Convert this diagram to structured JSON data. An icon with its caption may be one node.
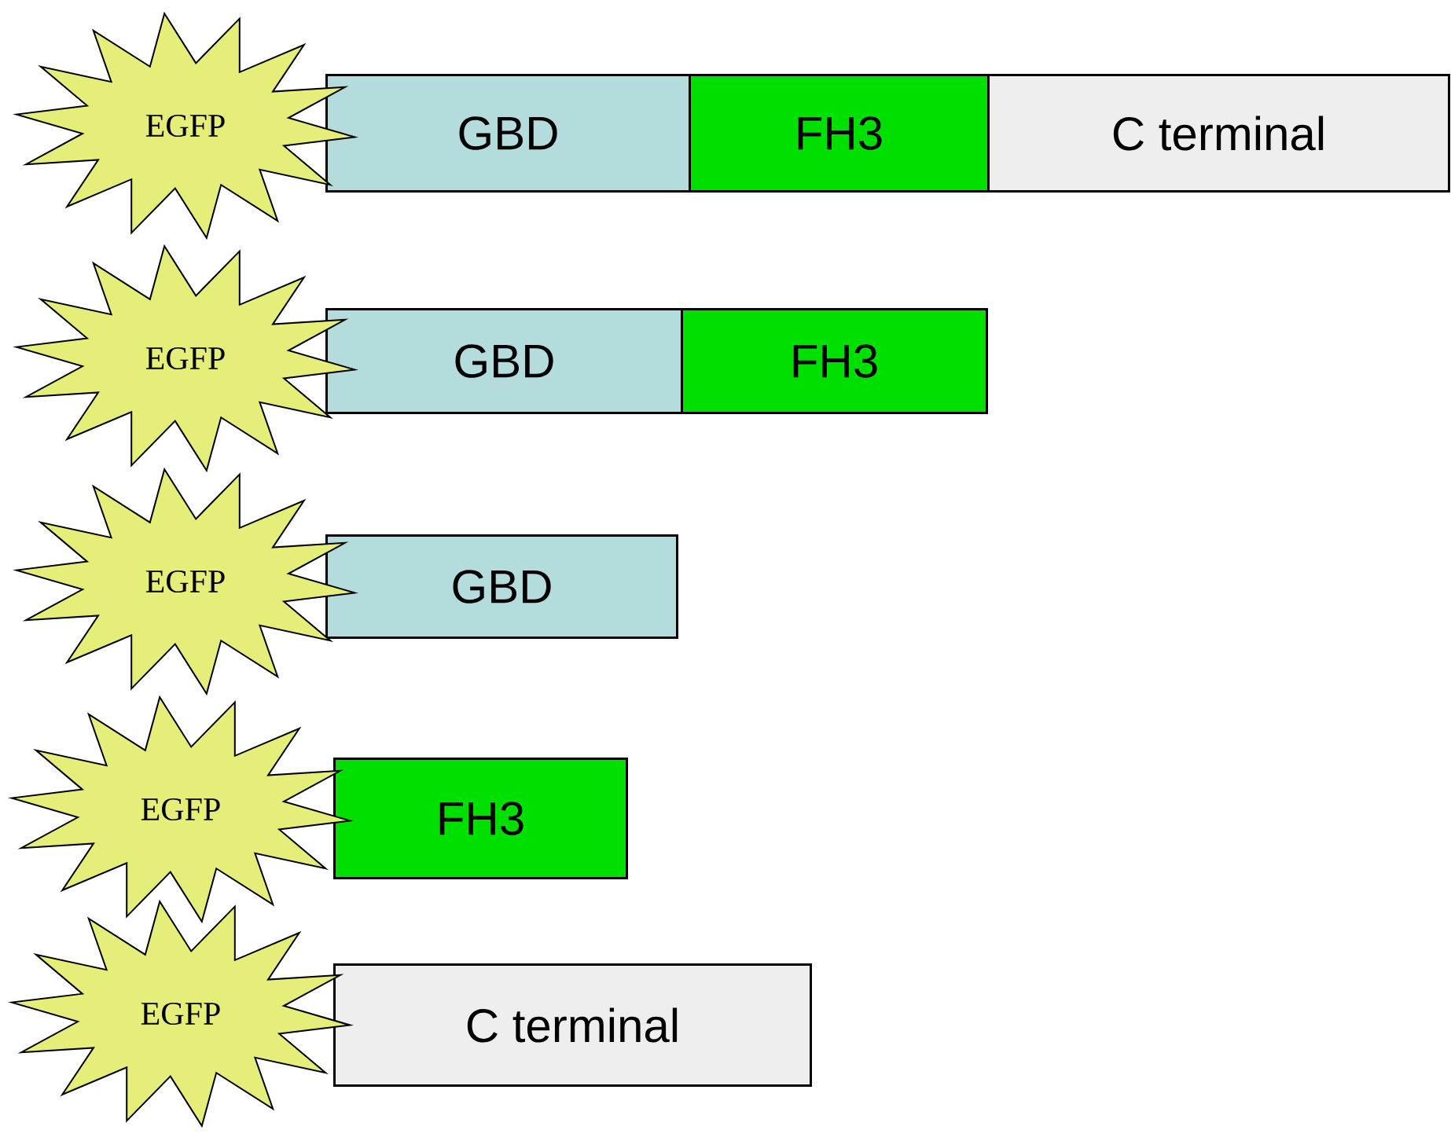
{
  "diagram": {
    "nodes": [
      {
        "text": [
          "EGFP"
        ]
      },
      {
        "text": [
          "GBD"
        ]
      },
      {
        "text": [
          "FH3"
        ]
      },
      {
        "text": [
          "C terminal"
        ]
      },
      {
        "text": [
          "EGFP"
        ]
      },
      {
        "text": [
          "GBD"
        ]
      },
      {
        "text": [
          "FH3"
        ]
      },
      {
        "text": [
          "EGFP"
        ]
      },
      {
        "text": [
          "GBD"
        ]
      },
      {
        "text": [
          "EGFP"
        ]
      },
      {
        "text": [
          "FH3"
        ]
      },
      {
        "text": [
          "EGFP"
        ]
      },
      {
        "text": [
          "C terminal"
        ]
      }
    ]
  }
}
